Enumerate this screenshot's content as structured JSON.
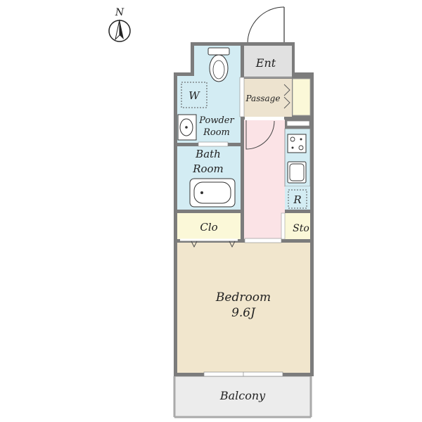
{
  "compass": {
    "label": "N"
  },
  "rooms": {
    "entrance": "Ent",
    "passage": "Passage",
    "washer": "W",
    "powder_room": [
      "Powder",
      "Room"
    ],
    "bath_room": [
      "Bath",
      "Room"
    ],
    "refrigerator": "R",
    "closet": "Clo",
    "storage": "Sto",
    "bedroom": "Bedroom",
    "bedroom_size": "9.6J",
    "balcony": "Balcony"
  },
  "colors": {
    "wall": "#7c7c7c",
    "wet_area": "#d3ecf3",
    "entrance": "#e1e1e1",
    "passage": "#ede3cf",
    "closet": "#fbf8d8",
    "kitchen": "#fbe3e6",
    "bedroom": "#f1e6cd",
    "balcony": "#ececec"
  }
}
